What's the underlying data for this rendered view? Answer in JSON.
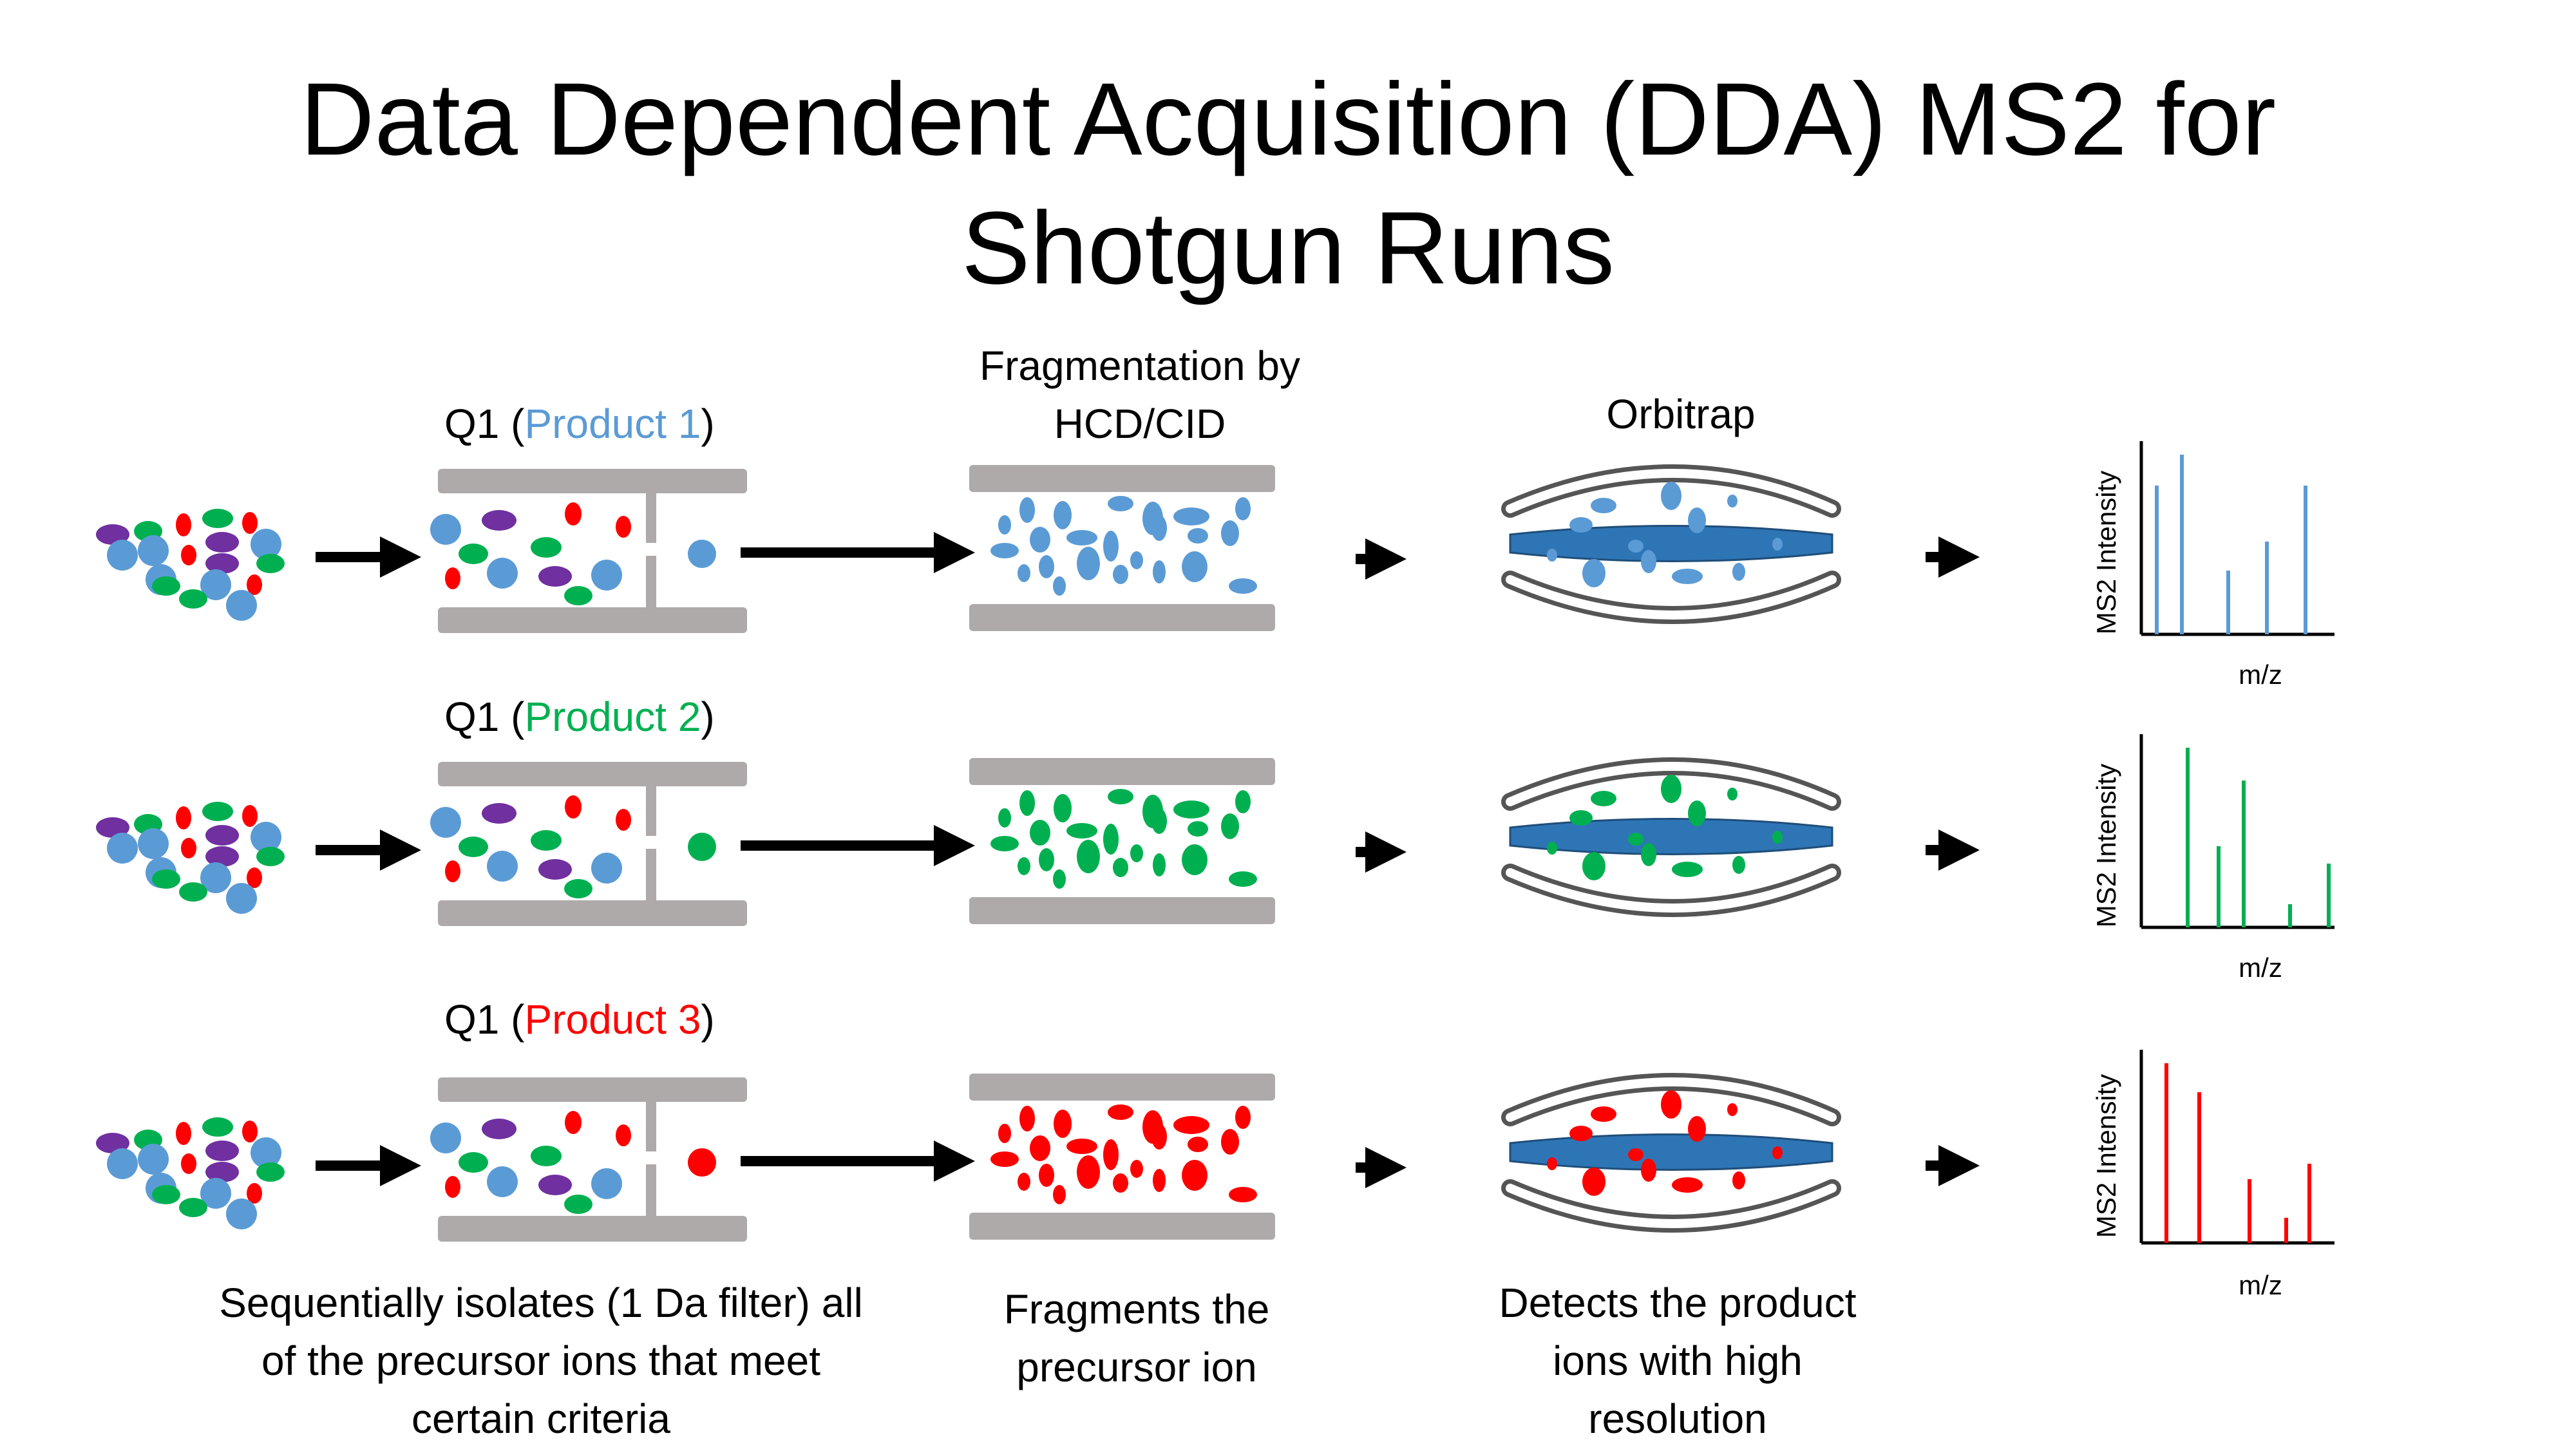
{
  "title": {
    "line1": "Data Dependent Acquisition (DDA) MS2 for",
    "line2": "Shotgun Runs"
  },
  "headers": {
    "fragmentation_line1": "Fragmentation by",
    "fragmentation_line2": "HCD/CID",
    "orbitrap": "Orbitrap"
  },
  "colors": {
    "blue": "#5b9bd5",
    "green": "#00b050",
    "red": "#ff0000",
    "purple": "#7030a0",
    "gray": "#aeaaaa",
    "orbitrap_core": "#2e75b6",
    "arrow": "#000000"
  },
  "rows": [
    {
      "id": "product-1",
      "q1_prefix": "Q1 (",
      "product_label": "Product 1",
      "q1_suffix": ")",
      "color": "#5b9bd5",
      "spectrum": {
        "ylabel": "MS2 Intensity",
        "xlabel": "m/z",
        "peaks": [
          {
            "mz": 0.08,
            "intensity": 0.77
          },
          {
            "mz": 0.21,
            "intensity": 0.93
          },
          {
            "mz": 0.45,
            "intensity": 0.33
          },
          {
            "mz": 0.65,
            "intensity": 0.48
          },
          {
            "mz": 0.85,
            "intensity": 0.77
          }
        ]
      }
    },
    {
      "id": "product-2",
      "q1_prefix": "Q1 (",
      "product_label": "Product 2",
      "q1_suffix": ")",
      "color": "#00b050",
      "spectrum": {
        "ylabel": "MS2 Intensity",
        "xlabel": "m/z",
        "peaks": [
          {
            "mz": 0.24,
            "intensity": 0.93
          },
          {
            "mz": 0.4,
            "intensity": 0.42
          },
          {
            "mz": 0.53,
            "intensity": 0.76
          },
          {
            "mz": 0.77,
            "intensity": 0.12
          },
          {
            "mz": 0.97,
            "intensity": 0.33
          }
        ]
      }
    },
    {
      "id": "product-3",
      "q1_prefix": "Q1 (",
      "product_label": "Product 3",
      "q1_suffix": ")",
      "color": "#ff0000",
      "spectrum": {
        "ylabel": "MS2 Intensity",
        "xlabel": "m/z",
        "peaks": [
          {
            "mz": 0.13,
            "intensity": 0.93
          },
          {
            "mz": 0.3,
            "intensity": 0.78
          },
          {
            "mz": 0.56,
            "intensity": 0.33
          },
          {
            "mz": 0.75,
            "intensity": 0.13
          },
          {
            "mz": 0.87,
            "intensity": 0.41
          }
        ]
      }
    }
  ],
  "captions": {
    "q1": [
      "Sequentially isolates (1 Da filter) all",
      "of the precursor ions that meet",
      "certain criteria"
    ],
    "fragmentation": [
      "Fragments the",
      "precursor ion"
    ],
    "orbitrap": [
      "Detects the product",
      "ions with high",
      "resolution"
    ]
  }
}
